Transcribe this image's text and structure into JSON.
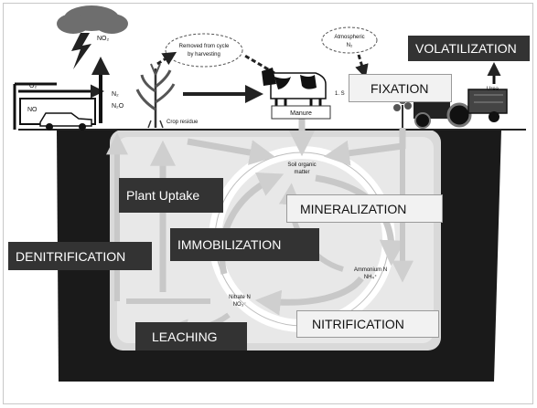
{
  "diagram": {
    "labels": {
      "volatilization": "VOLATILIZATION",
      "fixation": "FIXATION",
      "plant_uptake": "Plant Uptake",
      "mineralization": "MINERALIZATION",
      "immobilization": "IMMOBILIZATION",
      "denitrification": "DENITRIFICATION",
      "nitrification": "NITRIFICATION",
      "leaching": "LEACHING"
    },
    "small_text": {
      "no2": "NO₂",
      "o2": "O₂",
      "no": "NO",
      "removed_line1": "Removed from cycle",
      "removed_line2": "by harvesting",
      "atmospheric_line1": "Atmospheric",
      "atmospheric_line2": "N₂",
      "n2": "N₂",
      "n2o": "N₂O",
      "crop_residue": "Crop residue",
      "manure": "Manure",
      "fixation_prefix": "1. S",
      "urea": "Urea",
      "som_line1": "Soil organic",
      "som_line2": "matter",
      "ammonium_line1": "Ammonium N",
      "ammonium_line2": "NH₄⁺",
      "nitrate_line1": "Nitrate N",
      "nitrate_line2": "NO₃⁻"
    }
  }
}
